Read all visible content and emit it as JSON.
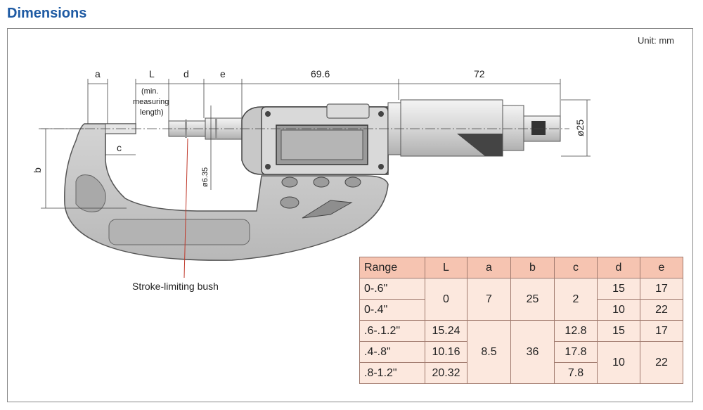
{
  "header": {
    "title": "Dimensions"
  },
  "unit_note": "Unit: mm",
  "dimension_labels": {
    "a": "a",
    "L": "L",
    "L_note_1": "(min.",
    "L_note_2": "measuring",
    "L_note_3": "length)",
    "d": "d",
    "e": "e",
    "length_1": "69.6",
    "length_2": "72",
    "diameter_thimble": "ø25",
    "diameter_spindle": "ø6.35",
    "b": "b",
    "c": "c"
  },
  "callout": {
    "label": "Stroke-limiting bush"
  },
  "table": {
    "headers": [
      "Range",
      "L",
      "a",
      "b",
      "c",
      "d",
      "e"
    ],
    "rows": [
      {
        "range": "0-.6\"",
        "L": "0",
        "a": "7",
        "b": "25",
        "c": "2",
        "d": "15",
        "e": "17"
      },
      {
        "range": "0-.4\"",
        "d": "10",
        "e": "22"
      },
      {
        "range": ".6-.1.2\"",
        "L": "15.24",
        "a": "8.5",
        "b": "36",
        "c": "12.8",
        "d": "15",
        "e": "17"
      },
      {
        "range": ".4-.8\"",
        "L": "10.16",
        "c": "17.8",
        "d": "10",
        "e": "22"
      },
      {
        "range": ".8-1.2\"",
        "L": "20.32",
        "c": "7.8"
      }
    ]
  },
  "colors": {
    "heading": "#1e5aa3",
    "table_header": "#f6c4b1",
    "table_cell": "#fce8de",
    "callout_line": "#c0392b"
  }
}
